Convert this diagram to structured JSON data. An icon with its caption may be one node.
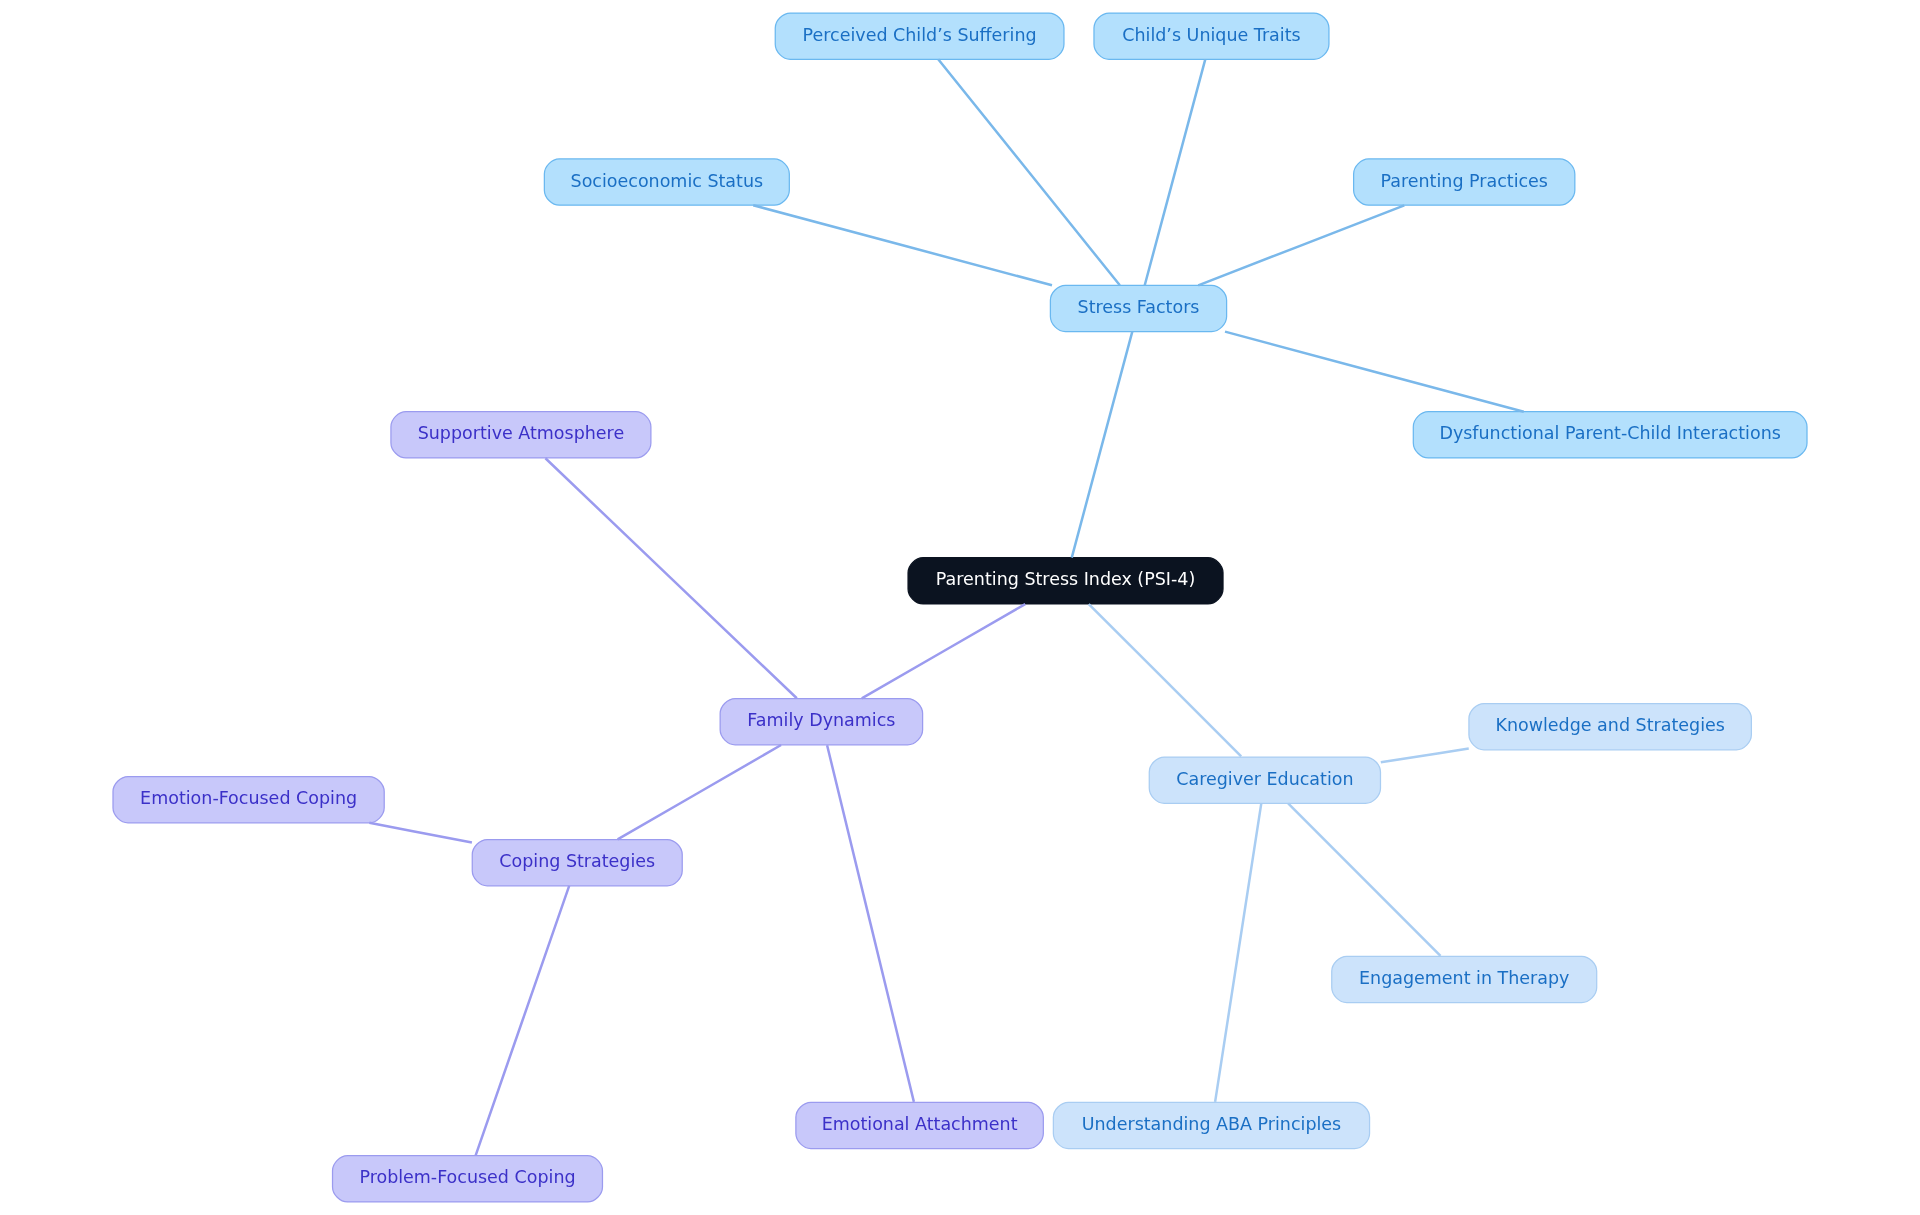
{
  "diagram": {
    "nodes": [
      {
        "text": [
          "Parenting Stress Index (PSI-4)"
        ]
      },
      {
        "text": [
          "Stress Factors"
        ]
      },
      {
        "text": [
          "Dysfunctional Parent-Child Interactions"
        ]
      },
      {
        "text": [
          "Parenting Practices"
        ]
      },
      {
        "text": [
          "Child’s Unique Traits"
        ]
      },
      {
        "text": [
          "Perceived Child’s Suffering"
        ]
      },
      {
        "text": [
          "Socioeconomic Status"
        ]
      },
      {
        "text": [
          "Family Dynamics"
        ]
      },
      {
        "text": [
          "Supportive Atmosphere"
        ]
      },
      {
        "text": [
          "Coping Strategies"
        ]
      },
      {
        "text": [
          "Emotion-Focused Coping"
        ]
      },
      {
        "text": [
          "Problem-Focused Coping"
        ]
      },
      {
        "text": [
          "Emotional Attachment"
        ]
      },
      {
        "text": [
          "Caregiver Education"
        ]
      },
      {
        "text": [
          "Understanding ABA Principles"
        ]
      },
      {
        "text": [
          "Engagement in Therapy"
        ]
      },
      {
        "text": [
          "Knowledge and Strategies"
        ]
      }
    ],
    "edges": [
      {
        "from": 0,
        "to": 1,
        "arrow": "none",
        "color": "#7ab8ea"
      },
      {
        "from": 1,
        "to": 2,
        "arrow": "none",
        "color": "#7ab8ea"
      },
      {
        "from": 1,
        "to": 3,
        "arrow": "none",
        "color": "#7ab8ea"
      },
      {
        "from": 1,
        "to": 4,
        "arrow": "none",
        "color": "#7ab8ea"
      },
      {
        "from": 1,
        "to": 5,
        "arrow": "none",
        "color": "#7ab8ea"
      },
      {
        "from": 1,
        "to": 6,
        "arrow": "none",
        "color": "#7ab8ea"
      },
      {
        "from": 0,
        "to": 7,
        "arrow": "none",
        "color": "#9b9bef"
      },
      {
        "from": 7,
        "to": 8,
        "arrow": "none",
        "color": "#9b9bef"
      },
      {
        "from": 7,
        "to": 9,
        "arrow": "none",
        "color": "#9b9bef"
      },
      {
        "from": 9,
        "to": 10,
        "arrow": "none",
        "color": "#9b9bef"
      },
      {
        "from": 9,
        "to": 11,
        "arrow": "none",
        "color": "#9b9bef"
      },
      {
        "from": 7,
        "to": 12,
        "arrow": "none",
        "color": "#9b9bef"
      },
      {
        "from": 0,
        "to": 13,
        "arrow": "none",
        "color": "#a9cdf2"
      },
      {
        "from": 13,
        "to": 14,
        "arrow": "none",
        "color": "#a9cdf2"
      },
      {
        "from": 13,
        "to": 15,
        "arrow": "none",
        "color": "#a9cdf2"
      },
      {
        "from": 13,
        "to": 16,
        "arrow": "none",
        "color": "#a9cdf2"
      }
    ]
  }
}
